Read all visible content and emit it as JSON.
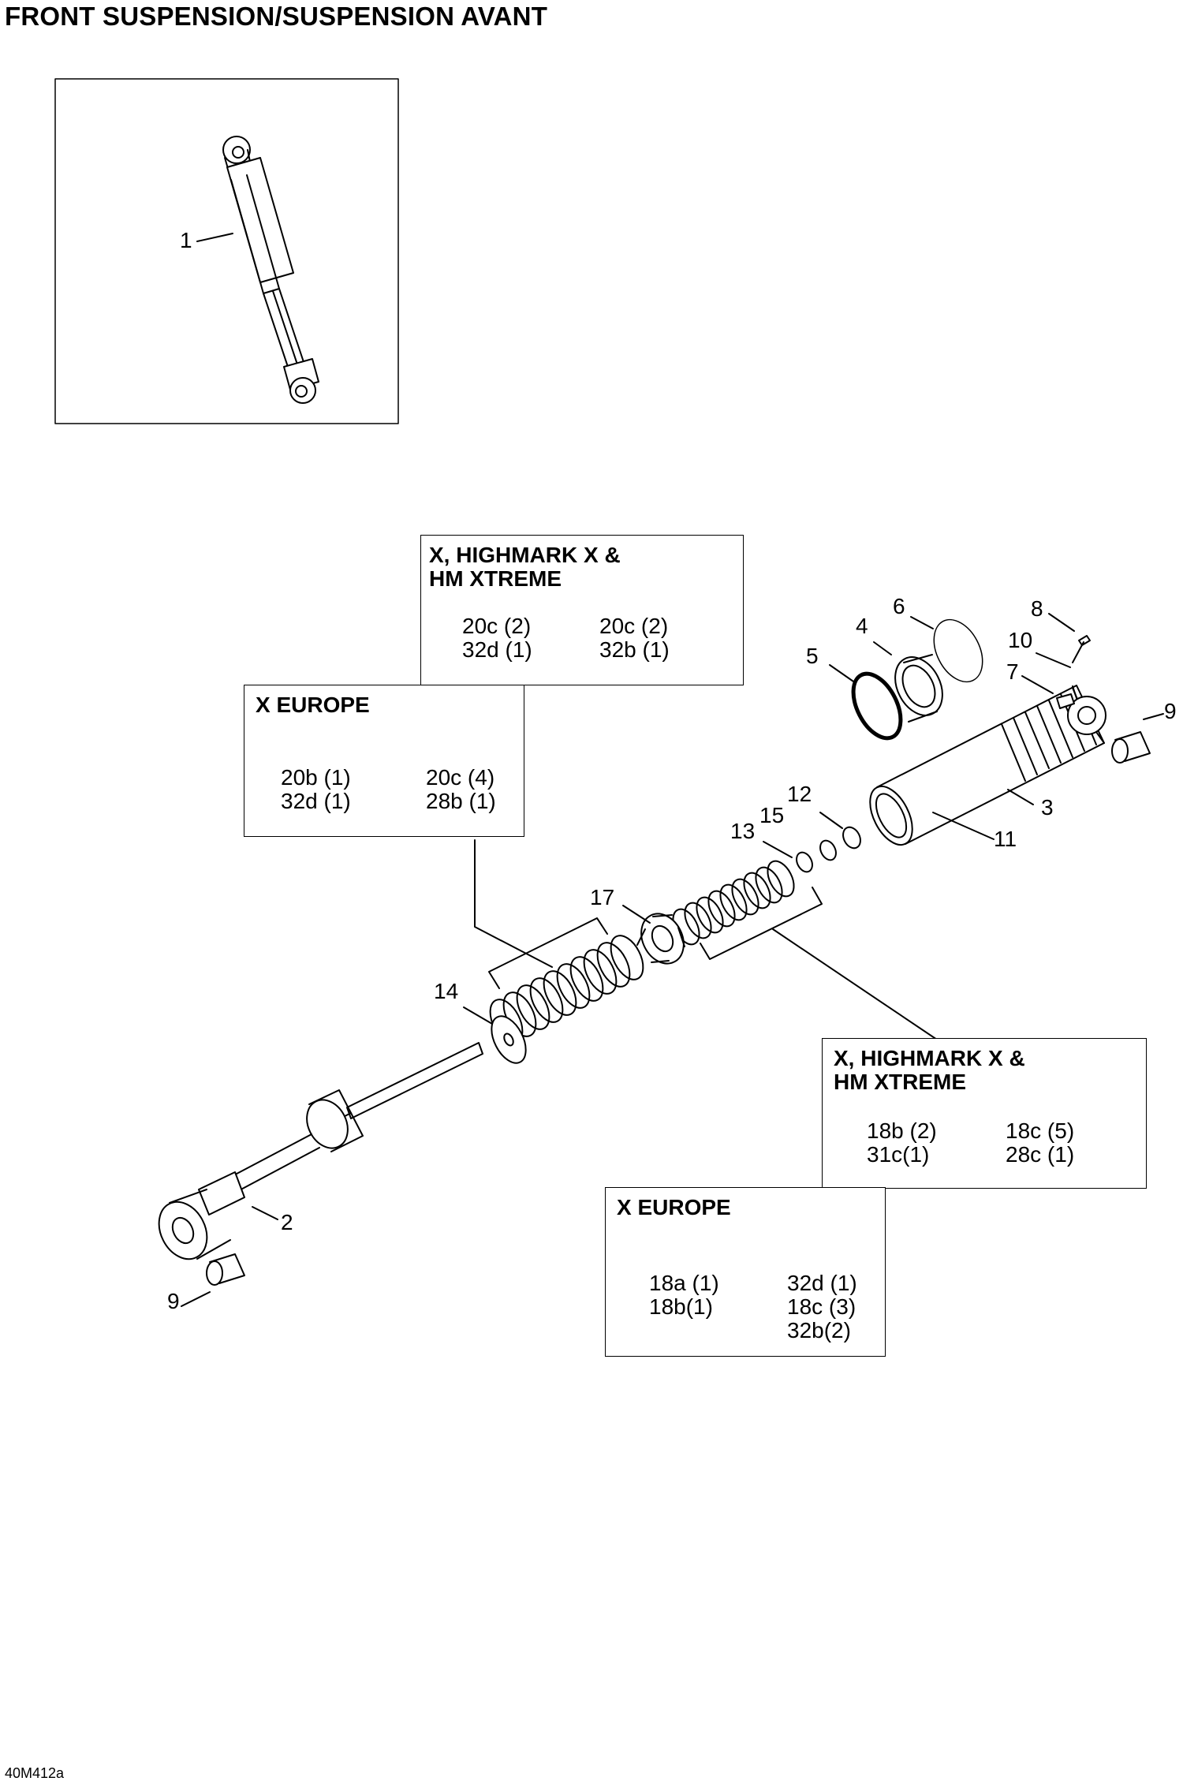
{
  "title": "FRONT SUSPENSION/SUSPENSION AVANT",
  "figure_code": "40M412a",
  "callouts": {
    "p1": "1",
    "p2": "2",
    "p3": "3",
    "p4": "4",
    "p5": "5",
    "p6": "6",
    "p7": "7",
    "p8": "8",
    "p9a": "9",
    "p9b": "9",
    "p10": "10",
    "p11": "11",
    "p12": "12",
    "p13": "13",
    "p14": "14",
    "p15": "15",
    "p17": "17"
  },
  "boxes": {
    "spring_upper_x": {
      "title_line1": "X, HIGHMARK X &",
      "title_line2": "HM XTREME",
      "col1": [
        "20c (2)",
        "32d (1)"
      ],
      "col2": [
        "20c (2)",
        "32b (1)"
      ]
    },
    "spring_upper_europe": {
      "title": "X EUROPE",
      "col1": [
        "20b (1)",
        "32d (1)"
      ],
      "col2": [
        "20c (4)",
        "28b (1)"
      ]
    },
    "spring_lower_x": {
      "title_line1": "X, HIGHMARK X &",
      "title_line2": "HM XTREME",
      "col1": [
        "18b (2)",
        "31c(1)"
      ],
      "col2": [
        "18c (5)",
        "28c (1)"
      ]
    },
    "spring_lower_europe": {
      "title": "X EUROPE",
      "col1": [
        "18a (1)",
        "18b(1)"
      ],
      "col2": [
        "32d (1)",
        "18c (3)",
        "32b(2)"
      ]
    }
  }
}
